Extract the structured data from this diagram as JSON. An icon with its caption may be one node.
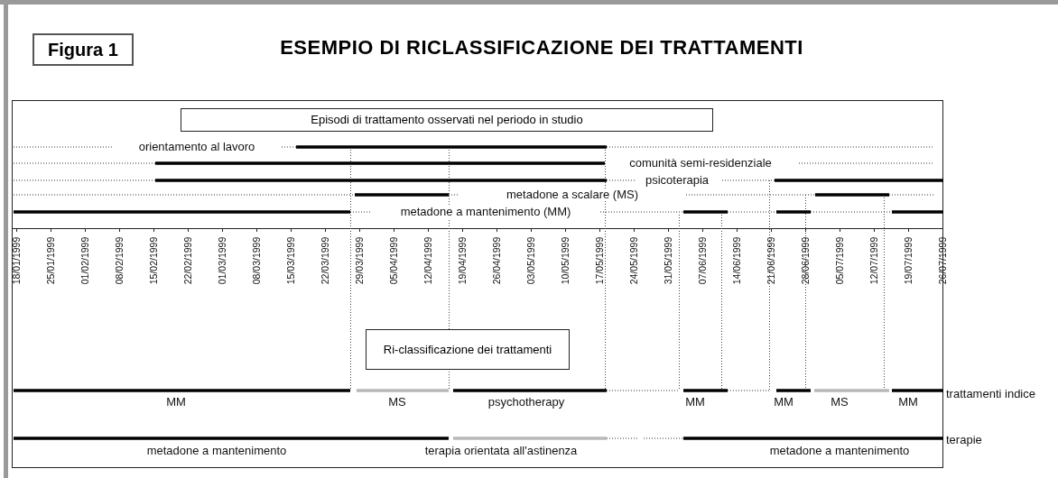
{
  "diagram": {
    "title": "ESEMPIO DI RICLASSIFICAZIONE DEI TRATTAMENTI",
    "nodes": [
      {
        "text": [
          "Figura 1"
        ]
      },
      {
        "text": [
          "Episodi di trattamento osservati nel periodo in studio"
        ]
      },
      {
        "text": [
          "Ri-classificazione dei trattamenti"
        ]
      }
    ],
    "labels": [
      "orientamento al lavoro",
      "comunità semi-residenziale",
      "psicoterapia",
      "metadone a scalare (MS)",
      "metadone a mantenimento (MM)",
      "18/01/1999",
      "25/01/1999",
      "01/02/1999",
      "08/02/1999",
      "15/02/1999",
      "22/02/1999",
      "01/03/1999",
      "08/03/1999",
      "15/03/1999",
      "22/03/1999",
      "29/03/1999",
      "05/04/1999",
      "12/04/1999",
      "19/04/1999",
      "26/04/1999",
      "03/05/1999",
      "10/05/1999",
      "17/05/1999",
      "24/05/1999",
      "31/05/1999",
      "07/06/1999",
      "14/06/1999",
      "21/06/1999",
      "28/06/1999",
      "05/07/1999",
      "12/07/1999",
      "19/07/1999",
      "26/07/1999",
      "MM",
      "MS",
      "psychotherapy",
      "MM",
      "MM",
      "MS",
      "MM",
      "trattamenti indice",
      "metadone a mantenimento",
      "terapia orientata all'astinenza",
      "metadone a mantenimento",
      "terapie"
    ]
  }
}
